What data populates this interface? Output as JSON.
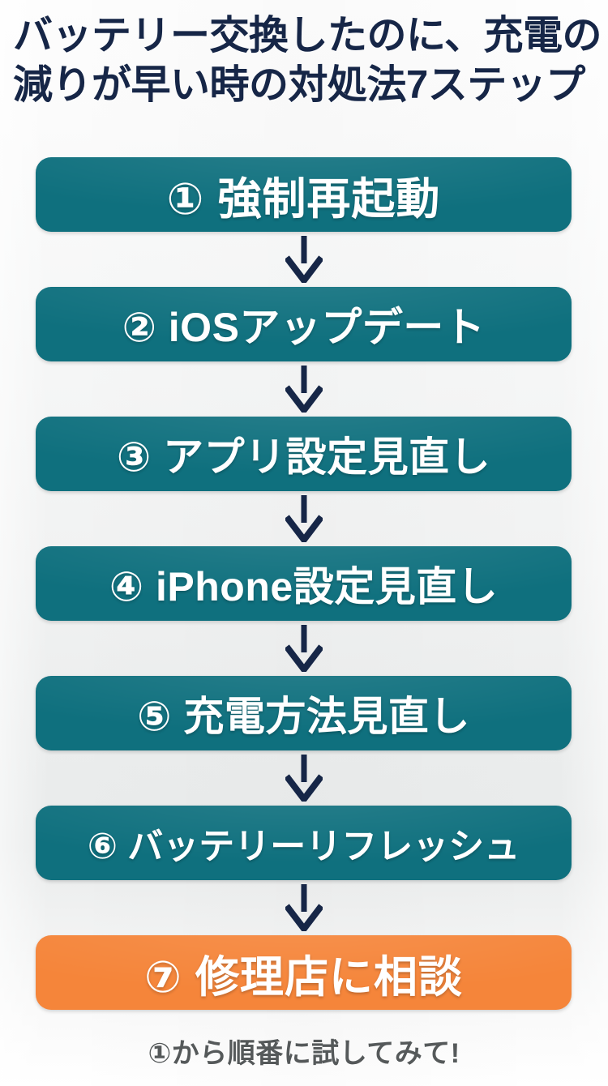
{
  "title": {
    "line1": "バッテリー交換したのに、充電の",
    "line2": "減りが早い時の対処法7ステップ",
    "color": "#162647"
  },
  "colors": {
    "teal": "#0f707e",
    "orange": "#f5853a",
    "arrow": "#162647",
    "background": "#f1f2f2",
    "step_text": "#ffffff",
    "footer_text": "#55595a"
  },
  "steps": [
    {
      "number": "①",
      "label": "① 強制再起動",
      "text": "強制再起動",
      "color": "#0f707e",
      "size": "size-lg"
    },
    {
      "number": "②",
      "label": "② iOSアップデート",
      "text": "iOSアップデート",
      "color": "#0f707e",
      "size": "size-md"
    },
    {
      "number": "③",
      "label": "③ アプリ設定見直し",
      "text": "アプリ設定見直し",
      "color": "#0f707e",
      "size": "size-md"
    },
    {
      "number": "④",
      "label": "④ iPhone設定見直し",
      "text": "iPhone設定見直し",
      "color": "#0f707e",
      "size": "size-md"
    },
    {
      "number": "⑤",
      "label": "⑤ 充電方法見直し",
      "text": "充電方法見直し",
      "color": "#0f707e",
      "size": "size-md"
    },
    {
      "number": "⑥",
      "label": "⑥ バッテリーリフレッシュ",
      "text": "バッテリーリフレッシュ",
      "color": "#0f707e",
      "size": "size-sm"
    },
    {
      "number": "⑦",
      "label": "⑦ 修理店に相談",
      "text": "修理店に相談",
      "color": "#f5853a",
      "size": "size-lg"
    }
  ],
  "arrow_icon": "arrow-down-icon",
  "footer": {
    "note": "①から順番に試してみて!"
  }
}
